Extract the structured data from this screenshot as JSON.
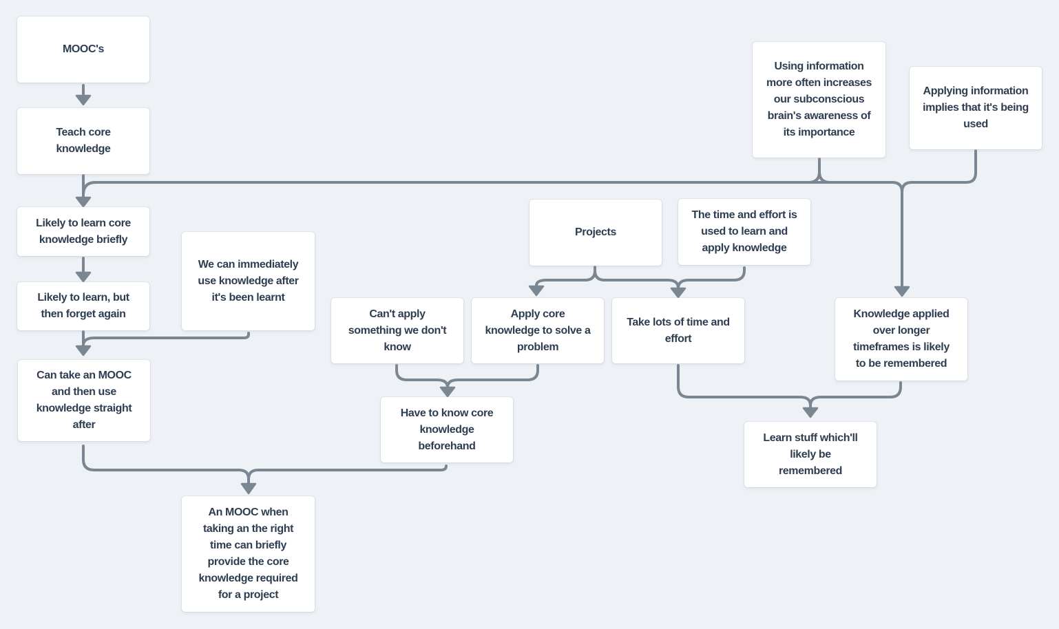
{
  "app": {
    "type": "mind-map-flowchart",
    "background_color": "#eef1f5",
    "node_background_color": "#ffffff",
    "node_text_color": "#2e3d51",
    "connector_color": "#7a8692"
  },
  "nodes": {
    "moocs": {
      "label": "MOOC's"
    },
    "teach_core": {
      "label": "Teach core\nknowledge"
    },
    "likely_briefly": {
      "label": "Likely to learn core\nknowledge briefly"
    },
    "likely_forget": {
      "label": "Likely to learn, but\nthen forget again"
    },
    "immediately_use": {
      "label": "We can immediately\nuse knowledge after\nit's been learnt"
    },
    "can_take_mooc": {
      "label": "Can take an MOOC\nand then use\nknowledge straight\nafter"
    },
    "an_mooc_right_time": {
      "label": "An MOOC when\ntaking an the right\ntime can briefly\nprovide the core\nknowledge required\nfor a project"
    },
    "cant_apply": {
      "label": "Can't apply\nsomething we don't\nknow"
    },
    "apply_core": {
      "label": "Apply core\nknowledge to solve a\nproblem"
    },
    "have_to_know": {
      "label": "Have to know core\nknowledge\nbeforehand"
    },
    "projects": {
      "label": "Projects"
    },
    "time_effort_used": {
      "label": "The time and effort is\nused to learn and\napply knowledge"
    },
    "take_lots": {
      "label": "Take lots of time and\neffort"
    },
    "using_info": {
      "label": "Using information\nmore often increases\nour subconscious\nbrain's awareness of\nits importance"
    },
    "applying_info": {
      "label": "Applying information\nimplies that it's being\nused"
    },
    "knowledge_applied": {
      "label": "Knowledge applied\nover longer\ntimeframes is likely\nto be remembered"
    },
    "learn_stuff": {
      "label": "Learn stuff which'll\nlikely be\nremembered"
    }
  },
  "edges": [
    {
      "from": "moocs",
      "to": "teach_core"
    },
    {
      "from": "teach_core",
      "to": "likely_briefly"
    },
    {
      "from": "using_info",
      "to": "likely_briefly"
    },
    {
      "from": "applying_info",
      "to": "likely_briefly"
    },
    {
      "from": "using_info",
      "to": "knowledge_applied"
    },
    {
      "from": "applying_info",
      "to": "knowledge_applied"
    },
    {
      "from": "likely_briefly",
      "to": "likely_forget"
    },
    {
      "from": "likely_forget",
      "to": "can_take_mooc"
    },
    {
      "from": "immediately_use",
      "to": "can_take_mooc"
    },
    {
      "from": "can_take_mooc",
      "to": "an_mooc_right_time"
    },
    {
      "from": "have_to_know",
      "to": "an_mooc_right_time"
    },
    {
      "from": "cant_apply",
      "to": "have_to_know"
    },
    {
      "from": "apply_core",
      "to": "have_to_know"
    },
    {
      "from": "projects",
      "to": "apply_core"
    },
    {
      "from": "projects",
      "to": "take_lots"
    },
    {
      "from": "time_effort_used",
      "to": "take_lots"
    },
    {
      "from": "take_lots",
      "to": "learn_stuff"
    },
    {
      "from": "knowledge_applied",
      "to": "learn_stuff"
    }
  ]
}
